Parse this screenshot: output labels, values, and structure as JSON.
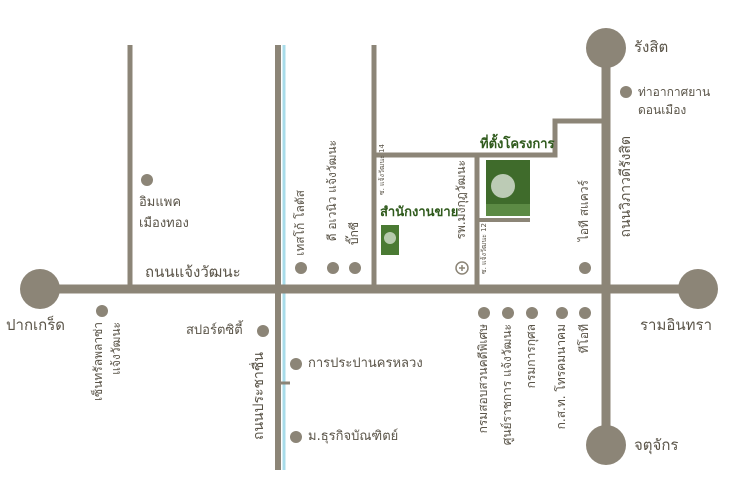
{
  "colors": {
    "road": "#8c8577",
    "circle": "#8c8577",
    "dot": "#8c8577",
    "canal": "#a8dcea",
    "green": "#2f5a1c",
    "text": "#5a5448"
  },
  "ends": {
    "pak_kret": "ปากเกร็ด",
    "rangsit": "รังสิต",
    "ram_inthra": "รามอินทรา",
    "chatuchak": "จตุจักร"
  },
  "roads": {
    "chaeng_watthana": "ถนนแจ้งวัฒนะ",
    "prachachuen": "ถนนประชาชื่น",
    "vibhavadi": "ถนนวิภาวดีรังสิต"
  },
  "sois": {
    "soi14": "ซ. แจ้งวัฒนะ 14",
    "soi12": "ซ. แจ้งวัฒนะ 12"
  },
  "project": {
    "site_label": "ที่ตั้งโครงการ",
    "sales_office_label": "สำนักงานขาย"
  },
  "landmarks": {
    "don_mueang": [
      "ท่าอากาศยาน",
      "ดอนเมือง"
    ],
    "impact": [
      "อิมแพค",
      "เมืองทอง"
    ],
    "central": [
      "เซ็นทรัลพลาซ่า",
      "แจ้งวัฒนะ"
    ],
    "tesco": "เทสโก้ โลตัส",
    "d_avenue": "ดี อเวนิว แจ้งวัฒนะ",
    "big_c": "บิ๊กซี",
    "hospital": "รพ.มงกุฎวัฒนะ",
    "it_square": "ไอที สแควร์",
    "sport_city": "สปอร์ตซิตี้",
    "pea": "การประปานครหลวง",
    "dpu": "ม.ธุรกิจบัณฑิตย์",
    "special_dsi": "กรมสอบสวนคดีพิเศษ",
    "govt_center": "ศูนย์ราชการ แจ้งวัฒนะ",
    "krungthai": "กรมการกุศล",
    "tot": "ก.ส.ท. โทรคมนาคม",
    "tot2": "ทีโอที"
  }
}
